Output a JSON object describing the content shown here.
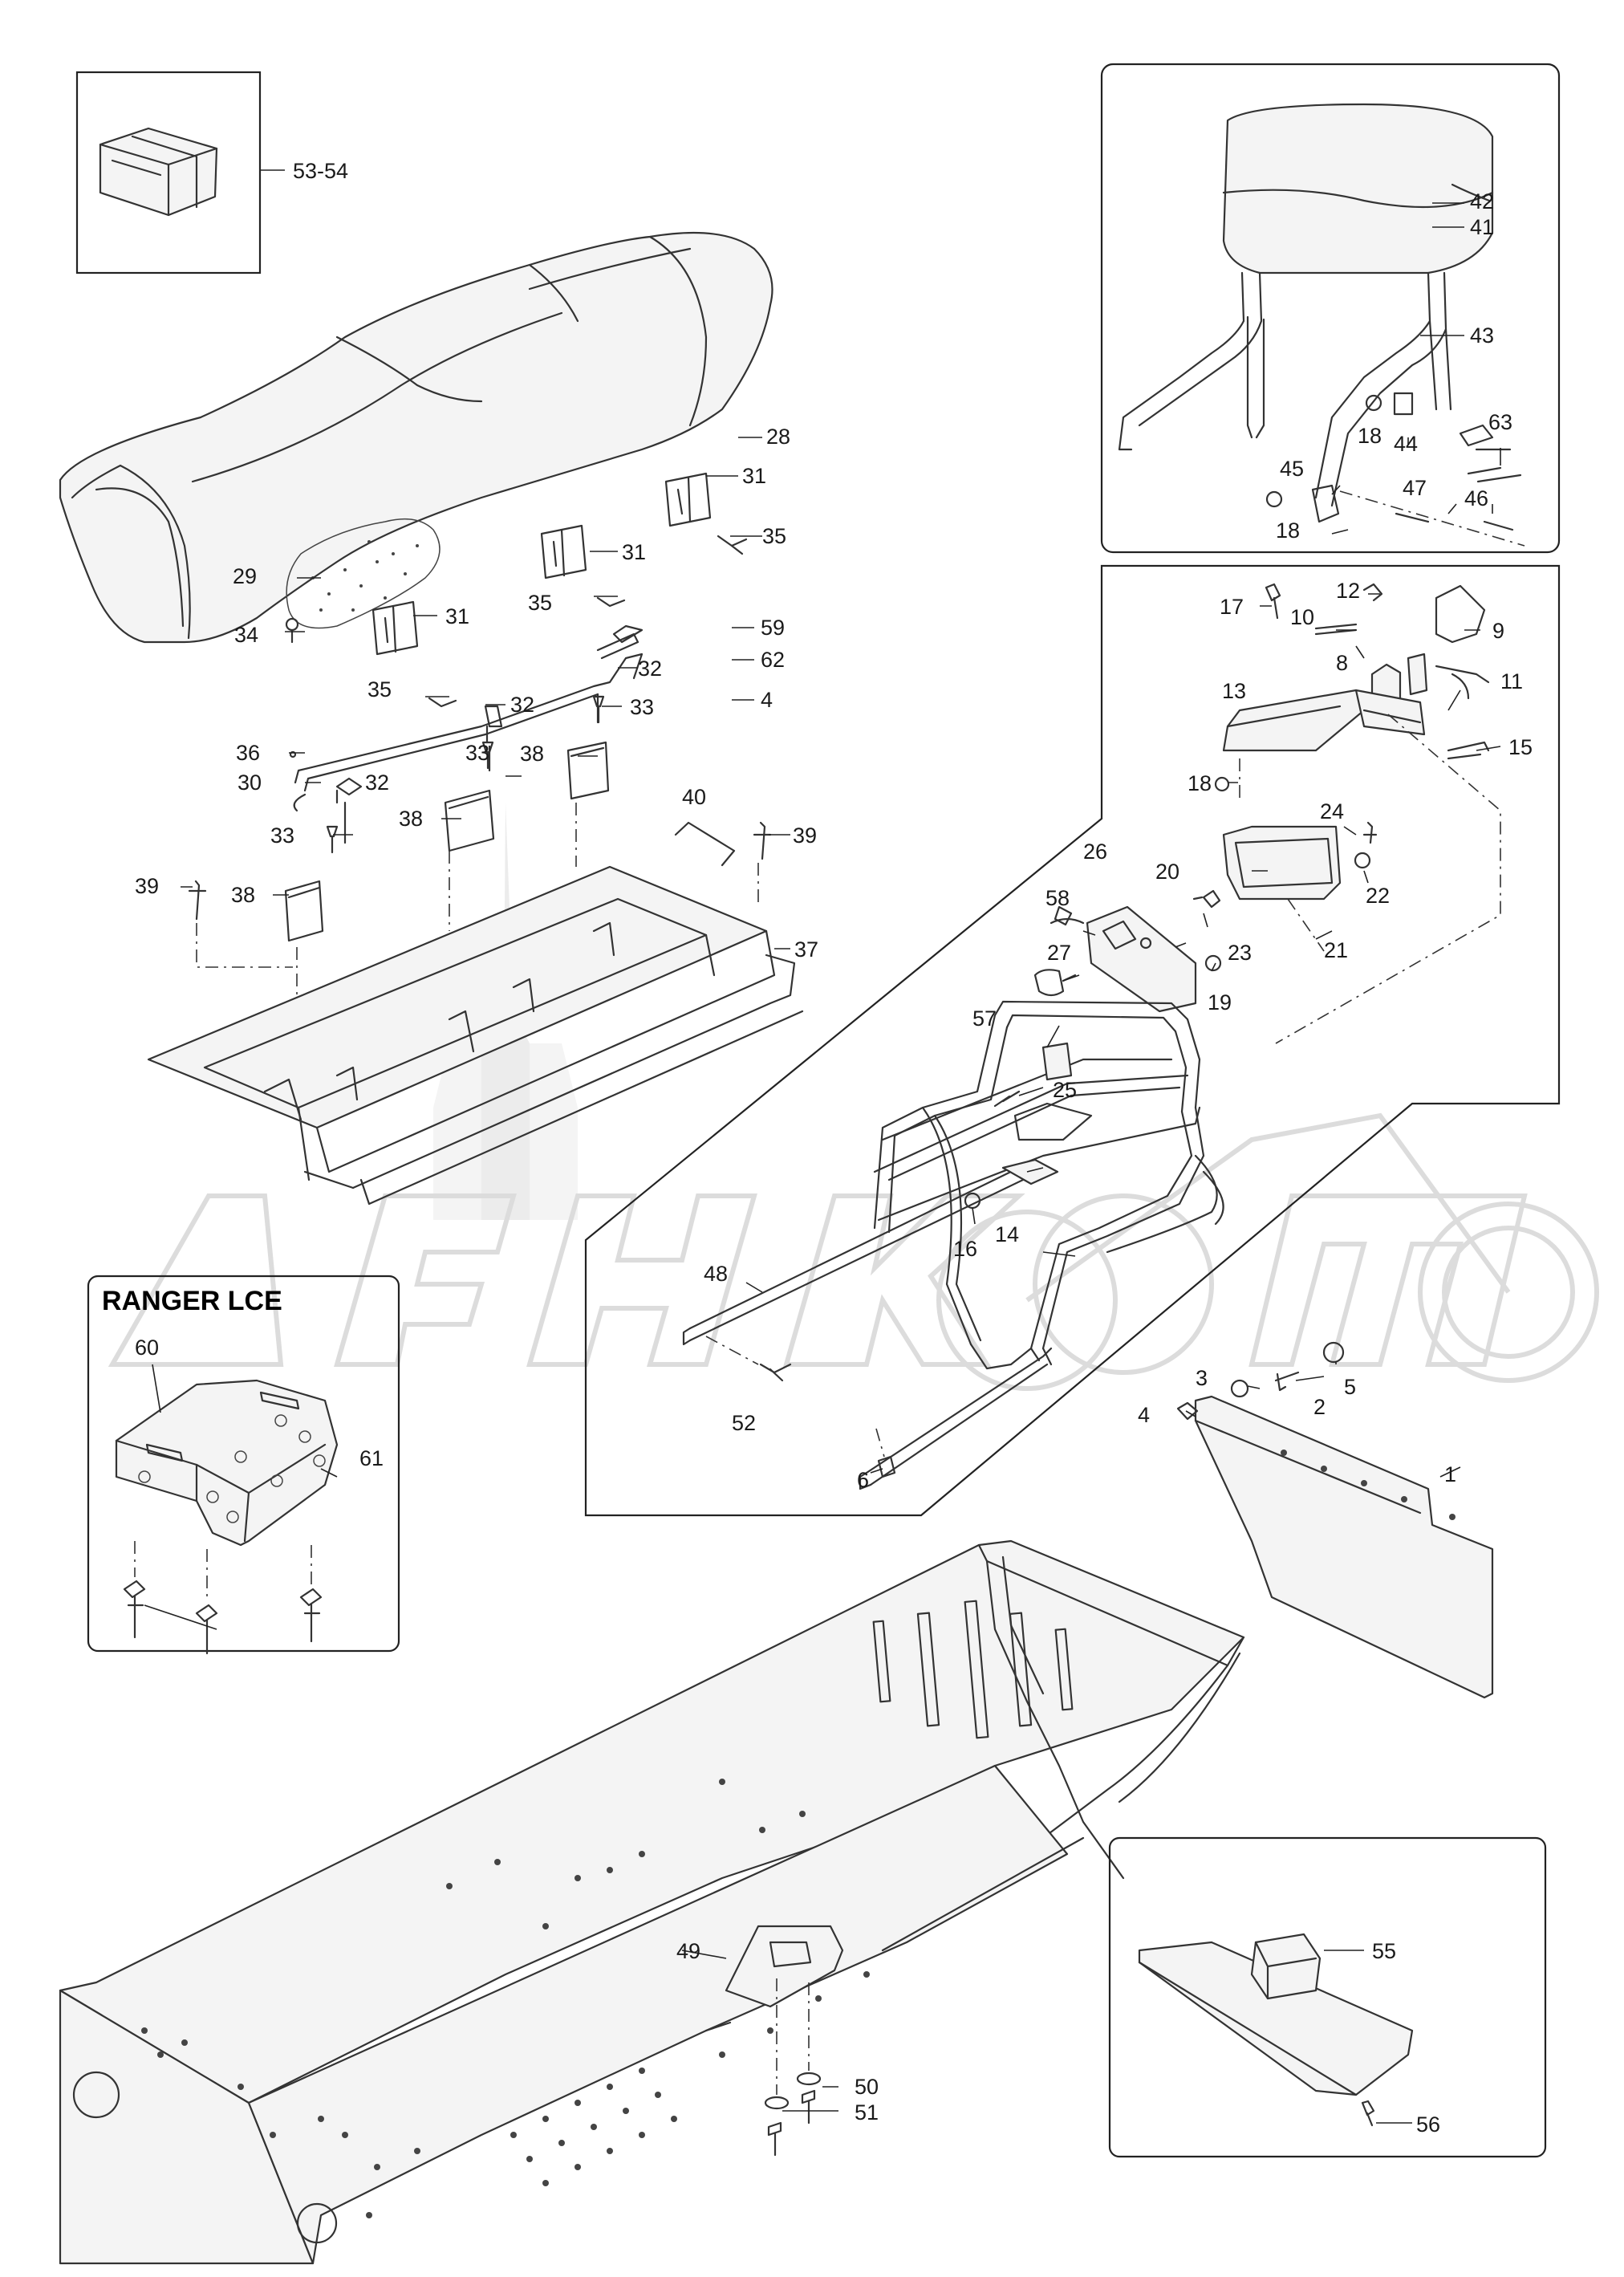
{
  "inset_titles": {
    "ranger": "RANGER LCE"
  },
  "callouts": [
    {
      "id": "c53",
      "label": "53-54"
    },
    {
      "id": "c42",
      "label": "42"
    },
    {
      "id": "c41",
      "label": "41"
    },
    {
      "id": "c43",
      "label": "43"
    },
    {
      "id": "c63",
      "label": "63"
    },
    {
      "id": "c18a",
      "label": "18"
    },
    {
      "id": "c44",
      "label": "44"
    },
    {
      "id": "c45",
      "label": "45"
    },
    {
      "id": "c47",
      "label": "47"
    },
    {
      "id": "c46",
      "label": "46"
    },
    {
      "id": "c18b",
      "label": "18"
    },
    {
      "id": "c28",
      "label": "28"
    },
    {
      "id": "c31a",
      "label": "31"
    },
    {
      "id": "c35a",
      "label": "35"
    },
    {
      "id": "c31b",
      "label": "31"
    },
    {
      "id": "c29",
      "label": "29"
    },
    {
      "id": "c35b",
      "label": "35"
    },
    {
      "id": "c34",
      "label": "34"
    },
    {
      "id": "c31c",
      "label": "31"
    },
    {
      "id": "c32a",
      "label": "32"
    },
    {
      "id": "c35c",
      "label": "35"
    },
    {
      "id": "c32b",
      "label": "32"
    },
    {
      "id": "c33a",
      "label": "33"
    },
    {
      "id": "c59",
      "label": "59"
    },
    {
      "id": "c62",
      "label": "62"
    },
    {
      "id": "c4a",
      "label": "4"
    },
    {
      "id": "c36",
      "label": "36"
    },
    {
      "id": "c33b",
      "label": "33"
    },
    {
      "id": "c38a",
      "label": "38"
    },
    {
      "id": "c30",
      "label": "30"
    },
    {
      "id": "c32c",
      "label": "32"
    },
    {
      "id": "c40",
      "label": "40"
    },
    {
      "id": "c38b",
      "label": "38"
    },
    {
      "id": "c33c",
      "label": "33"
    },
    {
      "id": "c39a",
      "label": "39"
    },
    {
      "id": "c39b",
      "label": "39"
    },
    {
      "id": "c38c",
      "label": "38"
    },
    {
      "id": "c37",
      "label": "37"
    },
    {
      "id": "c17",
      "label": "17"
    },
    {
      "id": "c12",
      "label": "12"
    },
    {
      "id": "c10",
      "label": "10"
    },
    {
      "id": "c9",
      "label": "9"
    },
    {
      "id": "c8",
      "label": "8"
    },
    {
      "id": "c11",
      "label": "11"
    },
    {
      "id": "c13",
      "label": "13"
    },
    {
      "id": "c15",
      "label": "15"
    },
    {
      "id": "c18c",
      "label": "18"
    },
    {
      "id": "c24",
      "label": "24"
    },
    {
      "id": "c26",
      "label": "26"
    },
    {
      "id": "c20",
      "label": "20"
    },
    {
      "id": "c22",
      "label": "22"
    },
    {
      "id": "c58",
      "label": "58"
    },
    {
      "id": "c27",
      "label": "27"
    },
    {
      "id": "c23",
      "label": "23"
    },
    {
      "id": "c21",
      "label": "21"
    },
    {
      "id": "c19",
      "label": "19"
    },
    {
      "id": "c57",
      "label": "57"
    },
    {
      "id": "c25",
      "label": "25"
    },
    {
      "id": "c16",
      "label": "16"
    },
    {
      "id": "c14",
      "label": "14"
    },
    {
      "id": "c48",
      "label": "48"
    },
    {
      "id": "c52",
      "label": "52"
    },
    {
      "id": "c3",
      "label": "3"
    },
    {
      "id": "c5",
      "label": "5"
    },
    {
      "id": "c2",
      "label": "2"
    },
    {
      "id": "c4b",
      "label": "4"
    },
    {
      "id": "c6",
      "label": "6"
    },
    {
      "id": "c1",
      "label": "1"
    },
    {
      "id": "c60",
      "label": "60"
    },
    {
      "id": "c61",
      "label": "61"
    },
    {
      "id": "c49",
      "label": "49"
    },
    {
      "id": "c50",
      "label": "50"
    },
    {
      "id": "c51",
      "label": "51"
    },
    {
      "id": "c55",
      "label": "55"
    },
    {
      "id": "c56",
      "label": "56"
    }
  ]
}
